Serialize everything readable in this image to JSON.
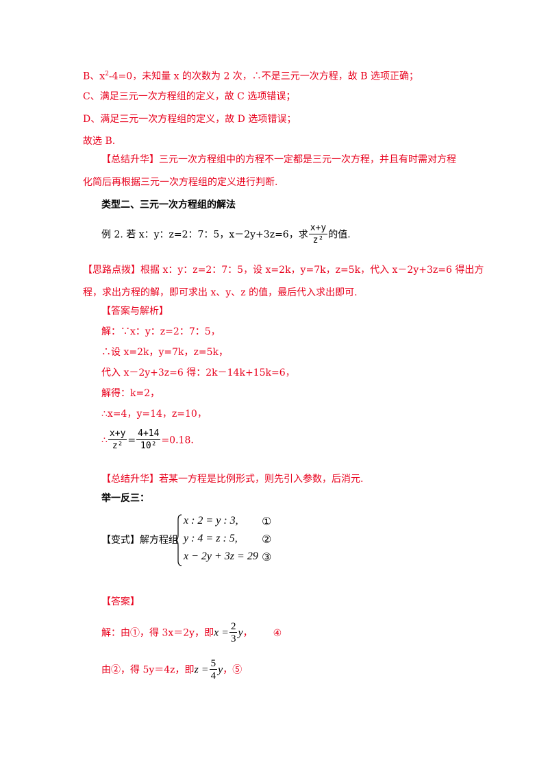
{
  "lines": {
    "b_prefix": "B、x",
    "b_sup": "2",
    "b_rest": "-4=0，未知量 x 的次数为 2 次，∴不是三元一次方程，故 B 选项正确；",
    "c": "C、满足三元一次方程组的定义，故 C 选项错误；",
    "d": "D、满足三元一次方程组的定义，故 D 选项错误；",
    "choose": "故选 B.",
    "summary1_a": "【总结升华】三元一次方程组中的方程不一定都是三元一次方程，并且有时需对方程",
    "summary1_b": "化简后再根据三元一次方程组的定义进行判断.",
    "type2": "类型二、三元一次方程组的解法",
    "ex2_text": "例 2.  若 x：y：z=2：7：5，x－2y+3z=6，求",
    "ex2_tail": "的值.",
    "ex2_num": "x+y",
    "ex2_den": "z²",
    "hint_a": "【思路点拨】根据 x：y：z=2：7：5，设 x=2k，y=7k，z=5k，代入 x－2y+3z=6 得出方",
    "hint_b": "程，求出方程的解，即可求出 x、y、z 的值，最后代入求出即可.",
    "answer_title": "【答案与解析】",
    "sol1": "解：∵x：y：z=2：7：5，",
    "sol2": "∴设 x=2k，y=7k，z=5k，",
    "sol3": "代入 x－2y+3z=6 得：2k－14k+15k=6，",
    "sol4": "解得：k=2，",
    "sol5": "∴x=4，y=14，z=10，",
    "sol6_pre": "∴",
    "sol6_num1": "x+y",
    "sol6_den1": "z²",
    "sol6_eq": "=",
    "sol6_num2": "4+14",
    "sol6_den2": "10²",
    "sol6_post": "=0.18.",
    "summary2": "【总结升华】若某一方程是比例形式，则先引入参数，后消元.",
    "practice": "举一反三：",
    "variant_label": "【变式】解方程组",
    "sys_row1": "x : 2 = y : 3,",
    "sys_row2": "y : 4 = z : 5,",
    "sys_row3": "x − 2y + 3z = 29",
    "mark1": "①",
    "mark2": "②",
    "mark3": "③",
    "ans_title": "【答案】",
    "ans1_pre": "解：由①，得 3x＝2y，即",
    "ans1_x": "x =",
    "ans1_num": "2",
    "ans1_den": "3",
    "ans1_y": "y",
    "ans1_post": "，",
    "ans1_mark": "④",
    "ans2_pre": "由②，得 5y＝4z，即",
    "ans2_z": "z =",
    "ans2_num": "5",
    "ans2_den": "4",
    "ans2_y": "y",
    "ans2_post": "，⑤"
  }
}
